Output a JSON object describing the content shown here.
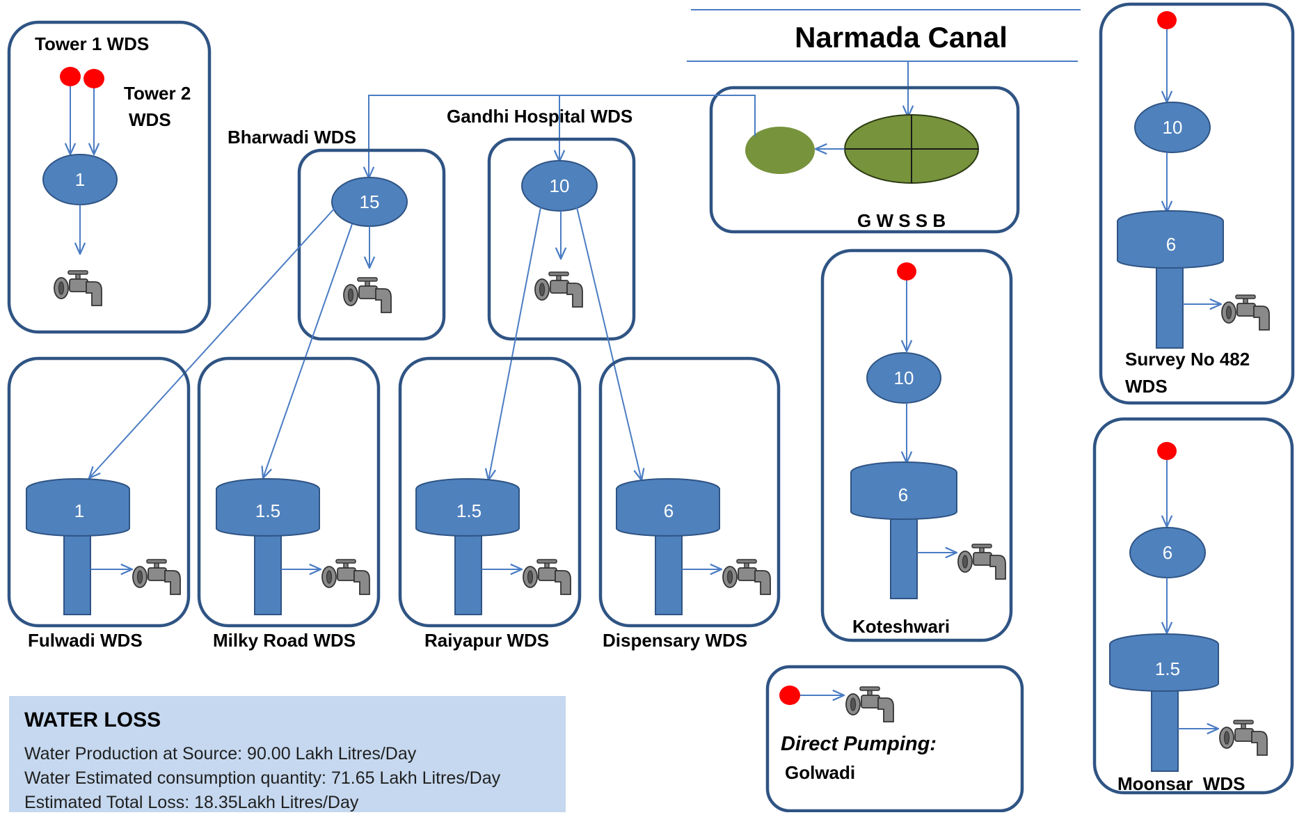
{
  "source": {
    "title": "Narmada Canal",
    "board_label": "G W S S B"
  },
  "stations": {
    "tower1": {
      "label": "Tower 1 WDS"
    },
    "tower2": {
      "label_line1": "Tower 2",
      "label_line2": "WDS"
    },
    "tower_sump": {
      "value": "1"
    },
    "bharwadi": {
      "label": "Bharwadi WDS",
      "value": "15"
    },
    "gandhi": {
      "label": "Gandhi Hospital WDS",
      "value": "10"
    },
    "fulwadi": {
      "label": "Fulwadi WDS",
      "value": "1"
    },
    "milky": {
      "label": "Milky Road WDS",
      "value": "1.5"
    },
    "raiyapur": {
      "label": "Raiyapur WDS",
      "value": "1.5"
    },
    "dispensary": {
      "label": "Dispensary WDS",
      "value": "6"
    },
    "koteshwari": {
      "label": "Koteshwari",
      "sump_value": "10",
      "tank_value": "6"
    },
    "survey": {
      "label_line1": "Survey No 482",
      "label_line2": "WDS",
      "sump_value": "10",
      "tank_value": "6"
    },
    "moonsar": {
      "label": "Moonsar  WDS",
      "sump_value": "6",
      "tank_value": "1.5"
    },
    "direct": {
      "label": "Direct Pumping:",
      "sublabel": "Golwadi"
    }
  },
  "water_loss": {
    "title": "WATER LOSS",
    "lines": [
      "Water Production at Source: 90.00 Lakh Litres/Day",
      "Water Estimated consumption quantity: 71.65 Lakh Litres/Day",
      "Estimated Total Loss: 18.35Lakh Litres/Day"
    ]
  },
  "colors": {
    "box_border": "#2f5484",
    "node_fill": "#4f81bd",
    "flow_line": "#4a7cc3",
    "source_dot": "#ff0000",
    "treatment_fill": "#77933c",
    "loss_panel": "#c5d8ef"
  },
  "icons": {
    "tap": "water-tap-icon",
    "source": "source-point-icon"
  }
}
